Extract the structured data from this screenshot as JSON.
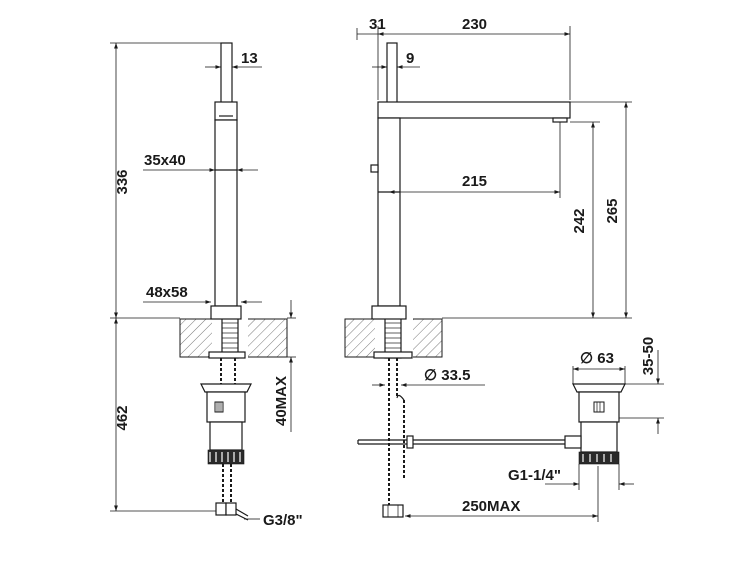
{
  "front_view": {
    "dim_336": "336",
    "dim_13": "13",
    "dim_35x40": "35x40",
    "dim_48x58": "48x58",
    "dim_462": "462",
    "dim_40max": "40MAX",
    "dim_g38": "G3/8\""
  },
  "side_view": {
    "dim_31": "31",
    "dim_230": "230",
    "dim_9": "9",
    "dim_215": "215",
    "dim_242": "242",
    "dim_265": "265",
    "dim_33_5": "∅ 33.5",
    "dim_63": "∅ 63",
    "dim_35_50": "35-50",
    "dim_g1_14": "G1-1/4\"",
    "dim_250max": "250MAX"
  }
}
